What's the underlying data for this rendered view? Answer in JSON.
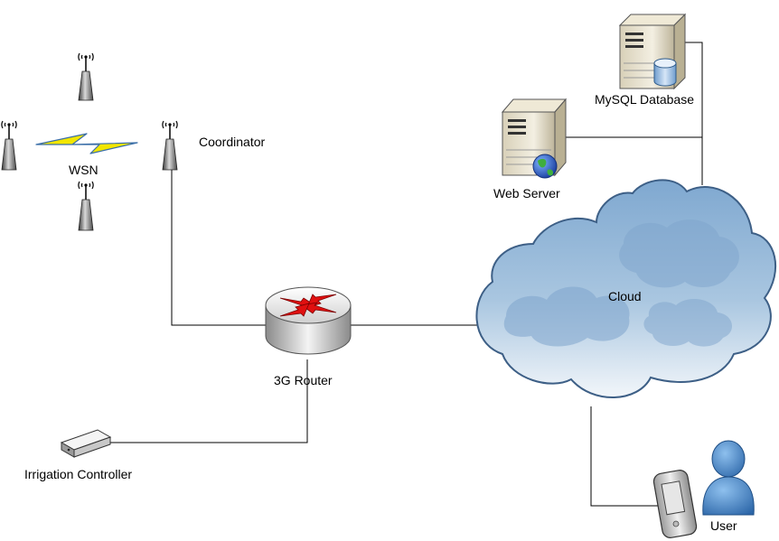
{
  "labels": {
    "wsn": "WSN",
    "coordinator": "Coordinator",
    "router": "3G Router",
    "irrigation_controller": "Irrigation Controller",
    "cloud": "Cloud",
    "web_server": "Web Server",
    "mysql_database": "MySQL Database",
    "user": "User"
  },
  "colors": {
    "line": "#000000",
    "cloud_fill": "#9fc0dd",
    "cloud_stroke": "#3d5f86",
    "router_arrows": "#e01010",
    "lightning": "#f2e600",
    "user_person": "#3f7fc1"
  },
  "icons": {
    "sensor": "antenna-sensor-icon",
    "router": "router-icon",
    "cloud": "cloud-icon",
    "server": "server-icon",
    "database": "database-icon",
    "controller": "controller-box-icon",
    "pda": "pda-icon",
    "user": "person-icon",
    "wireless": "lightning-icon"
  }
}
